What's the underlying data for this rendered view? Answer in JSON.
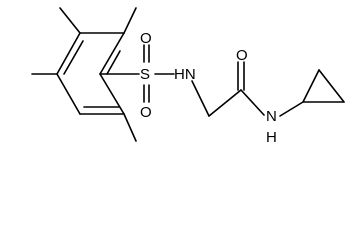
{
  "molecule": {
    "atoms": {
      "sulfur": "S",
      "oxygen_upper": "O",
      "oxygen_lower": "O",
      "sulfonamide_nitrogen": "HN",
      "carbonyl_oxygen": "O",
      "amide_nitrogen": "N",
      "amide_hydrogen": "H"
    }
  }
}
